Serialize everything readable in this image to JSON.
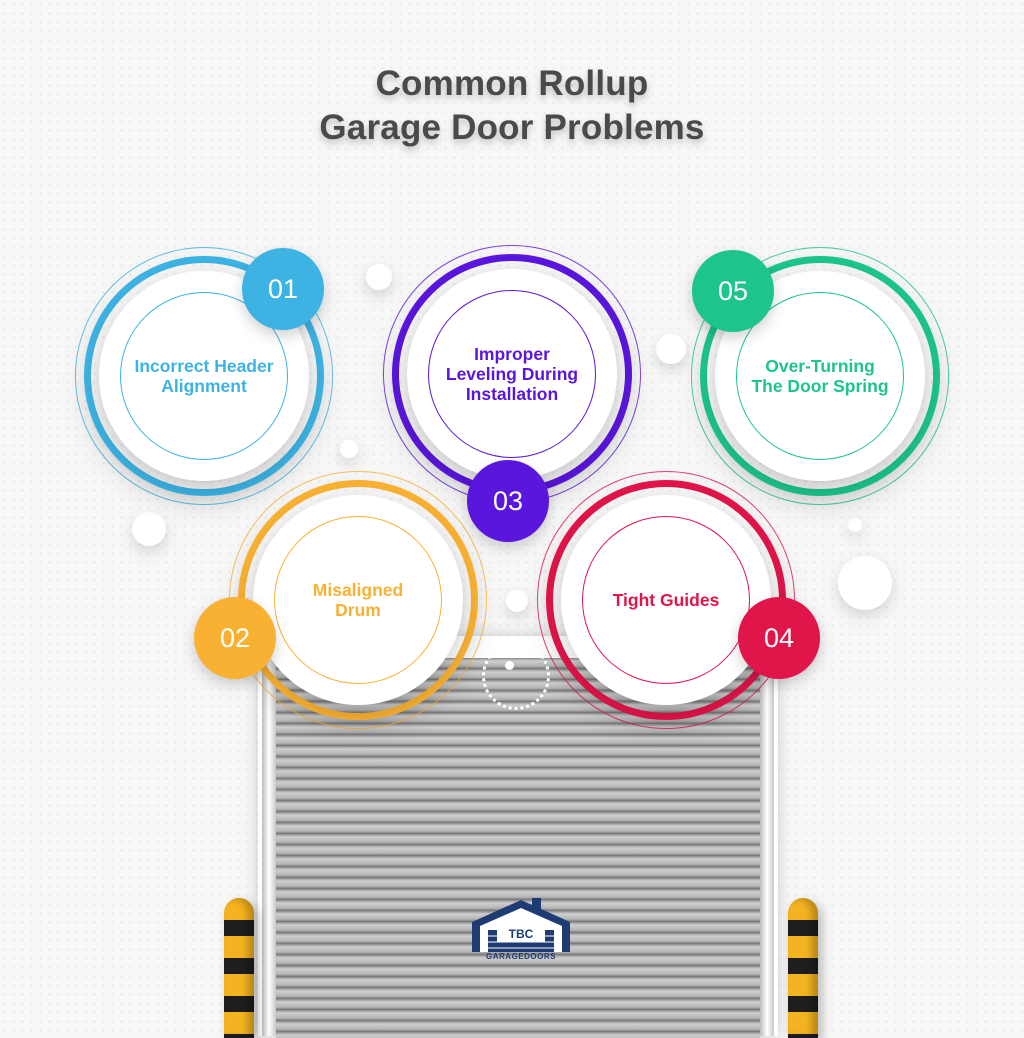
{
  "title": {
    "line1": "Common Rollup",
    "line2": "Garage Door Problems"
  },
  "colors": {
    "blue": "#3db3e3",
    "yellow": "#f8b133",
    "purple": "#5a16dc",
    "red": "#e01549",
    "green": "#1dc48b",
    "title": "#4a4a4a"
  },
  "problems": [
    {
      "number": "01",
      "label": "Incorrect Header Alignment",
      "color": "#3db3e3"
    },
    {
      "number": "02",
      "label": "Misaligned Drum",
      "color": "#f8b133"
    },
    {
      "number": "03",
      "label": "Improper Leveling During Installation",
      "color": "#5a16dc"
    },
    {
      "number": "04",
      "label": "Tight Guides",
      "color": "#e01549"
    },
    {
      "number": "05",
      "label": "Over-Turning The Door Spring",
      "color": "#1dc48b"
    }
  ],
  "logo": {
    "initials": "TBC",
    "name": "GARAGEDOORS"
  }
}
